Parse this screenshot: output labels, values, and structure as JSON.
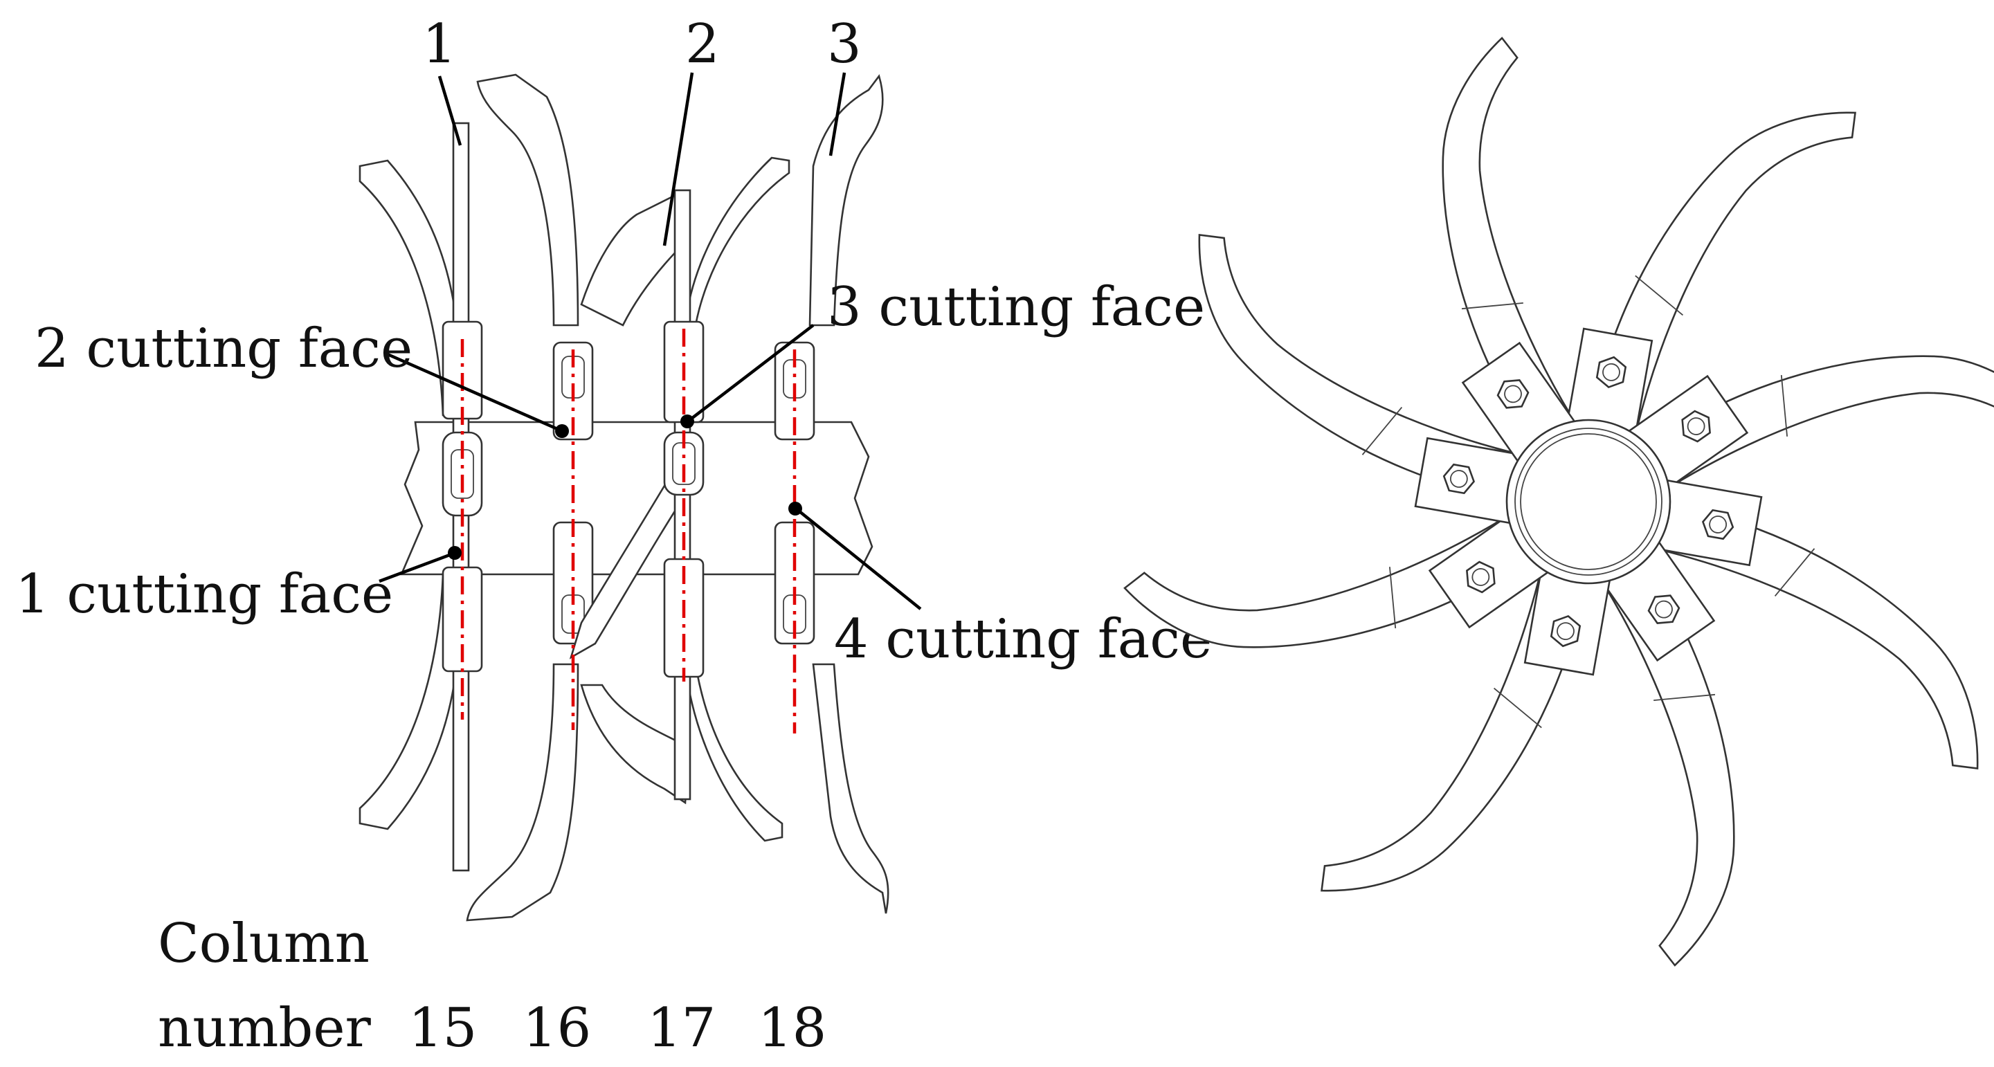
{
  "parts": {
    "part_1": "1",
    "part_2": "2",
    "part_3": "3"
  },
  "cutting_faces": {
    "face_1": "1 cutting face",
    "face_2": "2 cutting face",
    "face_3": "3 cutting face",
    "face_4": "4 cutting face"
  },
  "columns": {
    "label_line1": "Column",
    "label_line2": "number",
    "numbers": [
      "15",
      "16",
      "17",
      "18"
    ]
  },
  "colors": {
    "axis_line": "#e00000",
    "drawing_line": "#333333",
    "leader_line": "#000000"
  }
}
